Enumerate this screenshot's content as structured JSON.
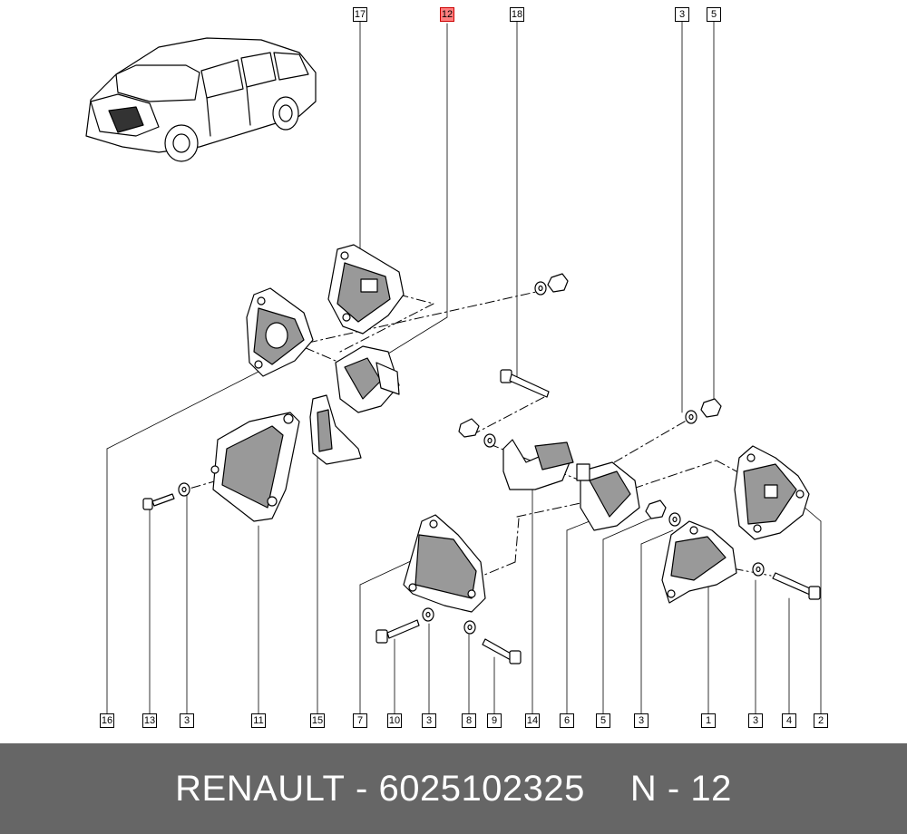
{
  "callouts_top": [
    "17",
    "12",
    "18",
    "3",
    "5"
  ],
  "callouts_bottom": [
    "16",
    "13",
    "3",
    "11",
    "15",
    "7",
    "10",
    "3",
    "8",
    "9",
    "14",
    "6",
    "5",
    "3",
    "1",
    "3",
    "4",
    "2"
  ],
  "highlighted_callout": "12",
  "highlight_color": "#ff7f7f",
  "footer": {
    "brand": "RENAULT",
    "separator": "-",
    "part_number": "6025102325",
    "page_ref": "N - 12"
  },
  "footer_color": "#666666"
}
